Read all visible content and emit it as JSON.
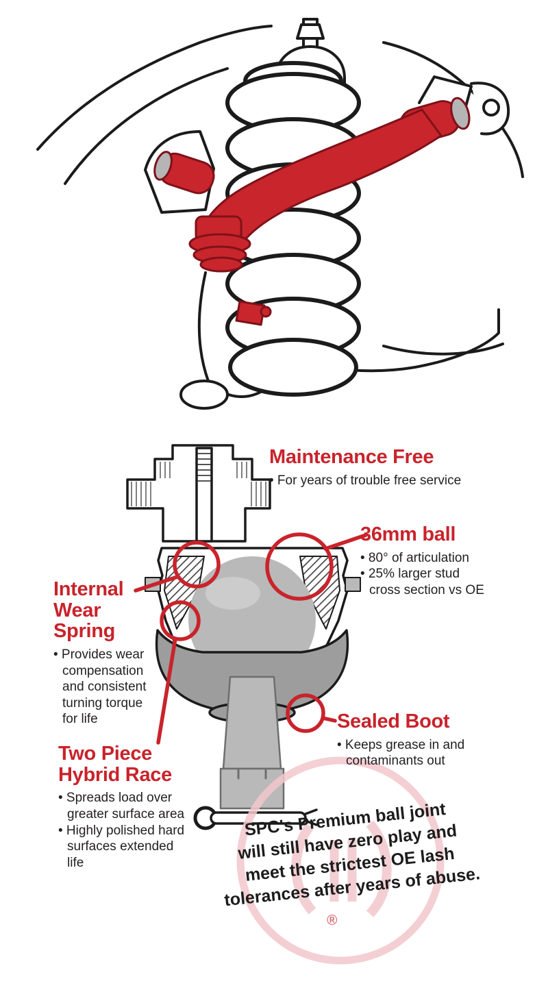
{
  "colors": {
    "accent_red": "#c9232b",
    "part_gray": "#b9b9b9",
    "boot_gray": "#9d9d9d",
    "outline_black": "#1b1b1b",
    "watermark_pink": "#f2c7cc"
  },
  "callouts": {
    "maintenance_free": {
      "heading": "Maintenance Free",
      "bullets": [
        "• For years of trouble free service"
      ]
    },
    "ball_36mm": {
      "heading": "36mm ball",
      "bullets": [
        "• 80° of articulation",
        "• 25% larger stud cross section vs OE"
      ]
    },
    "internal_wear_spring": {
      "heading": "Internal Wear Spring",
      "bullets": [
        "• Provides wear compensation and consistent turning torque for life"
      ]
    },
    "two_piece_hybrid_race": {
      "heading": "Two Piece Hybrid Race",
      "bullets": [
        "• Spreads load over greater surface area",
        "• Highly polished hard surfaces extended life"
      ]
    },
    "sealed_boot": {
      "heading": "Sealed Boot",
      "bullets": [
        "• Keeps grease in and contaminants out"
      ]
    }
  },
  "footnote": {
    "lines": [
      "SPC's Premium ball joint",
      "will still have zero play and",
      "meet the strictest OE lash",
      "tolerances after years of abuse."
    ]
  },
  "registered_mark": "®"
}
